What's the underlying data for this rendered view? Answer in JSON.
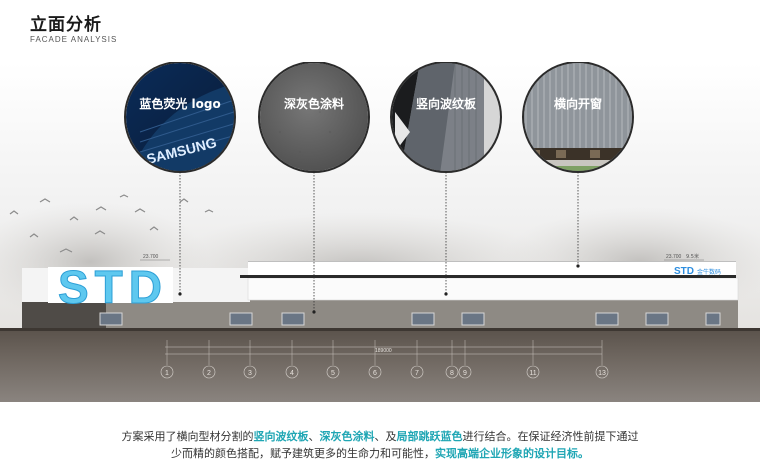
{
  "header": {
    "title": "立面分析",
    "subtitle": "FACADE ANALYSIS"
  },
  "callouts": [
    {
      "label": "蓝色荧光 logo",
      "photo_text": "SAMSUNG"
    },
    {
      "label": "深灰色涂料"
    },
    {
      "label": "竖向波纹板"
    },
    {
      "label": "横向开窗"
    }
  ],
  "elevation": {
    "signage_left": "STD",
    "signage_right": "STD",
    "signage_right_sub": "金牛数码",
    "level_left": "23.700",
    "level_right": "23.700",
    "level_right_sub": "9.5米",
    "dimension_total": "189000",
    "grid_labels": [
      "1",
      "2",
      "3",
      "4",
      "5",
      "6",
      "7",
      "8",
      "9",
      "11",
      "13"
    ]
  },
  "caption": {
    "line1_a": "方案采用了横向型材分割的",
    "line1_h1": "竖向波纹板",
    "line1_b": "、",
    "line1_h2": "深灰色涂料",
    "line1_c": "、及",
    "line1_h3": "局部跳跃蓝色",
    "line1_d": "进行结合。在保证经济性前提下通过",
    "line2_a": "少而精的颜色搭配，赋予建筑更多的生命力和可能性，",
    "line2_h": "实现高端企业形象的设计目标。"
  },
  "colors": {
    "accent_teal": "#1fa6b4",
    "logo_blue": "#5ec8ef",
    "ground": "#5b534c"
  }
}
